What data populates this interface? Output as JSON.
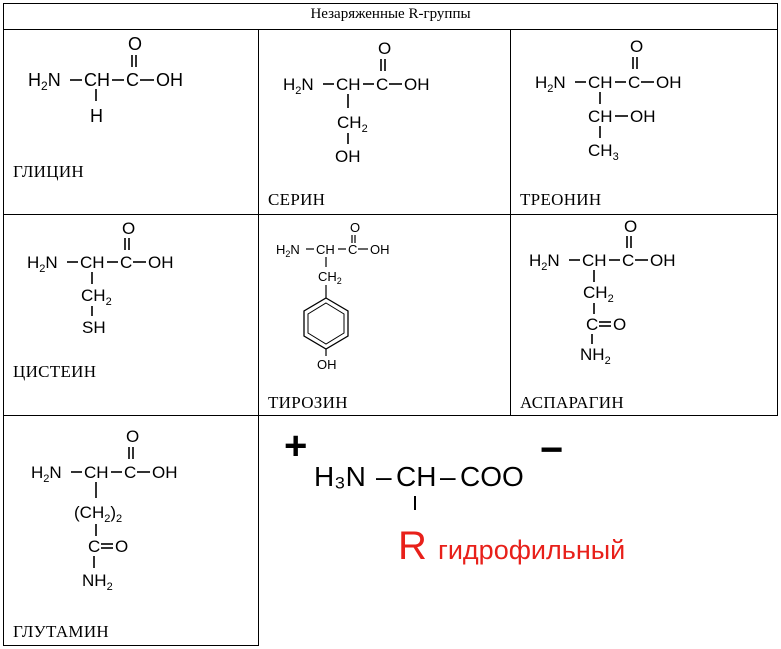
{
  "table": {
    "header": "Незаряженные R-группы",
    "names": {
      "glycine": "ГЛИЦИН",
      "serine": "СЕРИН",
      "threonine": "ТРЕОНИН",
      "cysteine": "ЦИСТЕИН",
      "tyrosine": "ТИРОЗИН",
      "asparagine": "АСПАРАГИН",
      "glutamine": "ГЛУТАМИН"
    }
  },
  "formula": {
    "plus": "+",
    "minus": "−",
    "h3n": "H₃N",
    "dash1": "–",
    "ch": "CH",
    "dash2": "–",
    "coo": "COO",
    "r": "R",
    "label": "гидрофильный",
    "accent_color": "#e8201a"
  }
}
